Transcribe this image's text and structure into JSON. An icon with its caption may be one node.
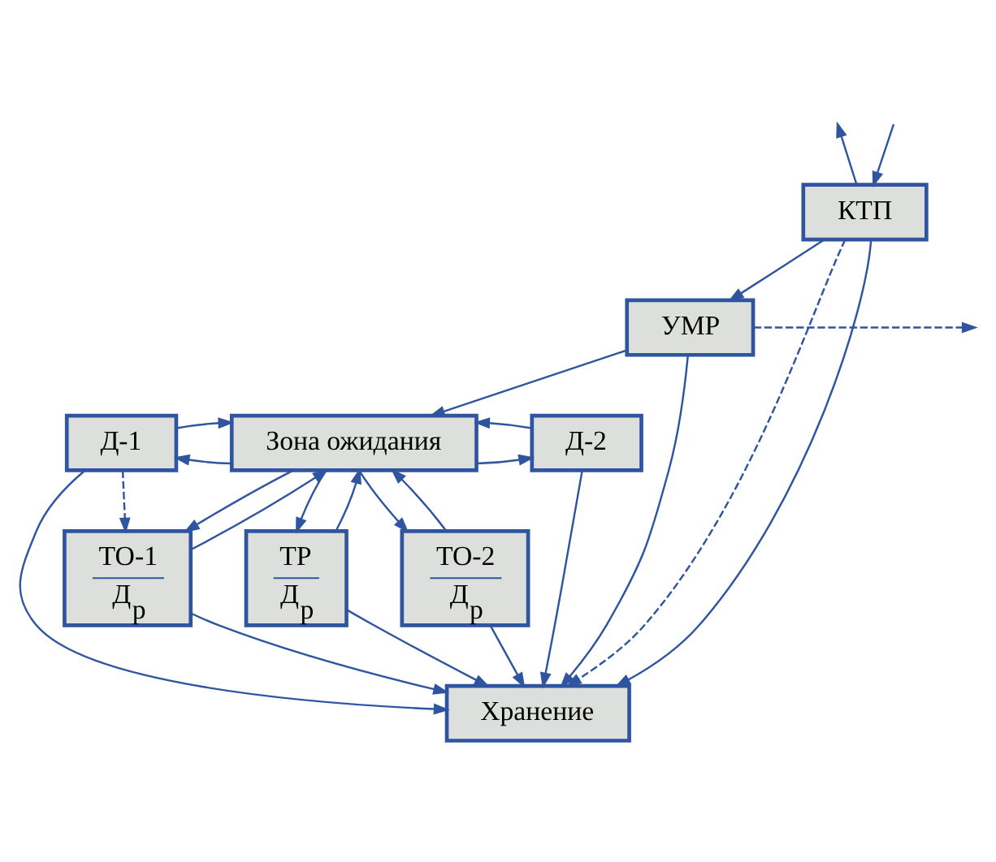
{
  "diagram": {
    "nodes": [
      {
        "text": [
          "КТП"
        ]
      },
      {
        "text": [
          "УМР"
        ]
      },
      {
        "text": [
          "Д-1"
        ]
      },
      {
        "text": [
          "Зона ожидания"
        ]
      },
      {
        "text": [
          "Д-2"
        ]
      },
      {
        "text": [
          "ТО-1",
          "Д$_{р}$"
        ]
      },
      {
        "text": [
          "ТР",
          "Д$_{р}$"
        ]
      },
      {
        "text": [
          "ТО-2",
          "Д$_{р}$"
        ]
      },
      {
        "text": [
          "Хранение"
        ]
      }
    ],
    "edges": [
      {
        "from": null,
        "to": 0,
        "arrow": "to"
      },
      {
        "from": 0,
        "to": null,
        "arrow": "to"
      },
      {
        "from": 0,
        "to": 1,
        "arrow": "to"
      },
      {
        "from": 0,
        "to": 8,
        "arrow": "to",
        "style": "dashed"
      },
      {
        "from": 0,
        "to": 8,
        "arrow": "to"
      },
      {
        "from": 1,
        "to": null,
        "arrow": "to",
        "style": "dashed"
      },
      {
        "from": 1,
        "to": 3,
        "arrow": "to"
      },
      {
        "from": 1,
        "to": 8,
        "arrow": "to"
      },
      {
        "from": 3,
        "to": 2,
        "arrow": "to"
      },
      {
        "from": 2,
        "to": 3,
        "arrow": "to"
      },
      {
        "from": 3,
        "to": 4,
        "arrow": "to"
      },
      {
        "from": 4,
        "to": 3,
        "arrow": "to"
      },
      {
        "from": 2,
        "to": 8,
        "arrow": "to"
      },
      {
        "from": 2,
        "to": 5,
        "arrow": "to",
        "style": "dashed"
      },
      {
        "from": 4,
        "to": 8,
        "arrow": "to"
      },
      {
        "from": 3,
        "to": 5,
        "arrow": "to"
      },
      {
        "from": 5,
        "to": 3,
        "arrow": "to"
      },
      {
        "from": 3,
        "to": 6,
        "arrow": "to"
      },
      {
        "from": 6,
        "to": 3,
        "arrow": "to"
      },
      {
        "from": 3,
        "to": 7,
        "arrow": "to"
      },
      {
        "from": 7,
        "to": 3,
        "arrow": "to"
      },
      {
        "from": 5,
        "to": 8,
        "arrow": "to"
      },
      {
        "from": 6,
        "to": 8,
        "arrow": "to"
      },
      {
        "from": 7,
        "to": 8,
        "arrow": "to"
      }
    ]
  }
}
